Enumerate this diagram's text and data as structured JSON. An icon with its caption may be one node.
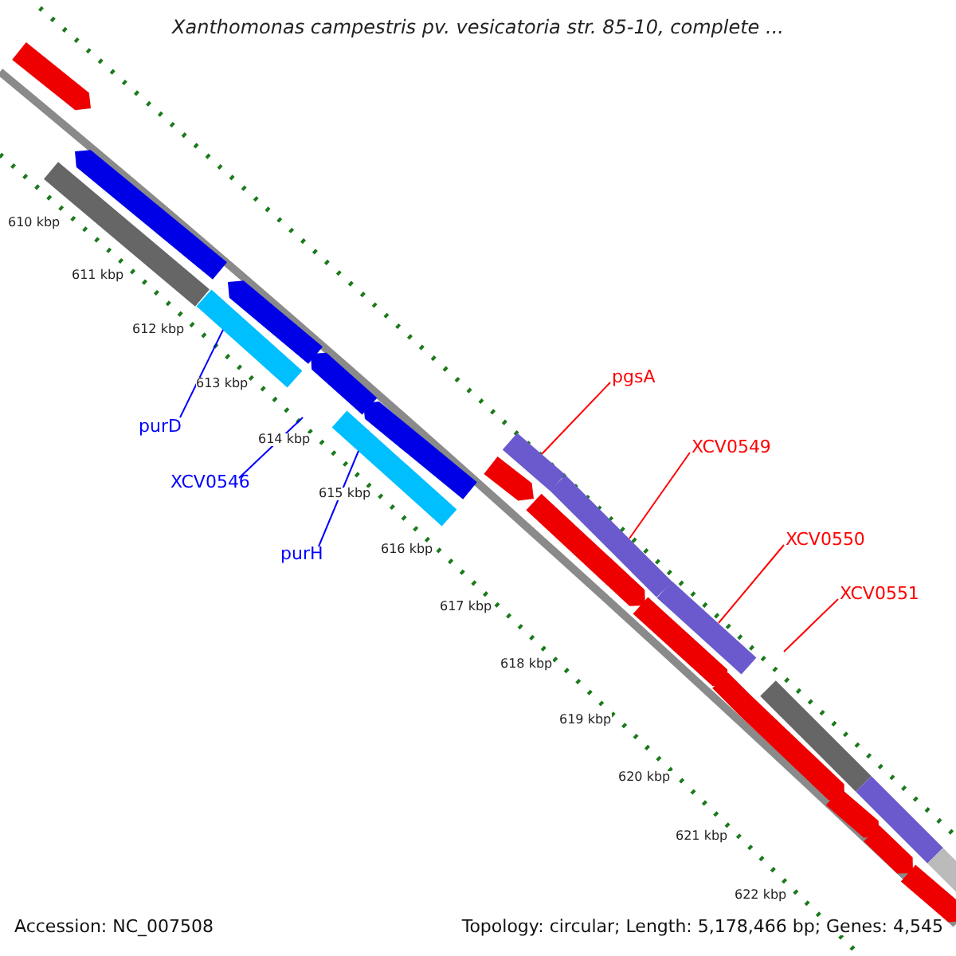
{
  "diagram": {
    "title": "Xanthomonas campestris pv. vesicatoria str. 85-10, complete ...",
    "nodes": [
      {
        "text": [
          "purD"
        ]
      },
      {
        "text": [
          "XCV0546"
        ]
      },
      {
        "text": [
          "purH"
        ]
      },
      {
        "text": [
          "pgsA"
        ]
      },
      {
        "text": [
          "XCV0549"
        ]
      },
      {
        "text": [
          "XCV0550"
        ]
      },
      {
        "text": [
          "XCV0551"
        ]
      },
      {
        "text": [],
        "shape": "bar"
      },
      {
        "text": [],
        "shape": "bar"
      },
      {
        "text": [],
        "shape": "bar"
      },
      {
        "text": [],
        "shape": "bar"
      },
      {
        "text": [],
        "shape": "bar"
      },
      {
        "text": [],
        "shape": "bar"
      },
      {
        "text": [],
        "shape": "bar"
      },
      {
        "text": [],
        "shape": "bar"
      },
      {
        "text": [],
        "shape": "bar"
      },
      {
        "text": [],
        "shape": "bar"
      },
      {
        "text": [],
        "shape": "bar"
      },
      {
        "text": [],
        "shape": "bar"
      },
      {
        "text": [],
        "shape": "bar"
      },
      {
        "text": [],
        "shape": "bar"
      },
      {
        "text": [],
        "shape": "bar"
      },
      {
        "text": [],
        "shape": "bar"
      },
      {
        "text": [],
        "shape": "bar"
      },
      {
        "text": [],
        "shape": "bar"
      },
      {
        "text": [],
        "shape": "bar"
      },
      {
        "text": [],
        "shape": "bar"
      },
      {
        "text": [],
        "shape": "bar"
      },
      {
        "text": [],
        "shape": "bar"
      }
    ],
    "edges": [
      {
        "from": 0,
        "to": 10,
        "arrow": "none",
        "color": "#0000ff"
      },
      {
        "from": 1,
        "to": null,
        "arrow": "none",
        "color": "#0000ff"
      },
      {
        "from": 2,
        "to": 13,
        "arrow": "none",
        "color": "#0000ff"
      },
      {
        "from": 3,
        "to": 16,
        "arrow": "none"
      },
      {
        "from": 4,
        "to": 18,
        "arrow": "none"
      },
      {
        "from": 5,
        "to": 20,
        "arrow": "none"
      },
      {
        "from": 6,
        "to": null,
        "arrow": "none"
      }
    ],
    "labels": [
      "610 kbp",
      "611 kbp",
      "612 kbp",
      "613 kbp",
      "614 kbp",
      "615 kbp",
      "616 kbp",
      "617 kbp",
      "618 kbp",
      "619 kbp",
      "620 kbp",
      "621 kbp",
      "622 kbp",
      "Accession: NC_007508",
      "Topology: circular; Length: 5,178,466 bp; Genes: 4,545"
    ]
  }
}
